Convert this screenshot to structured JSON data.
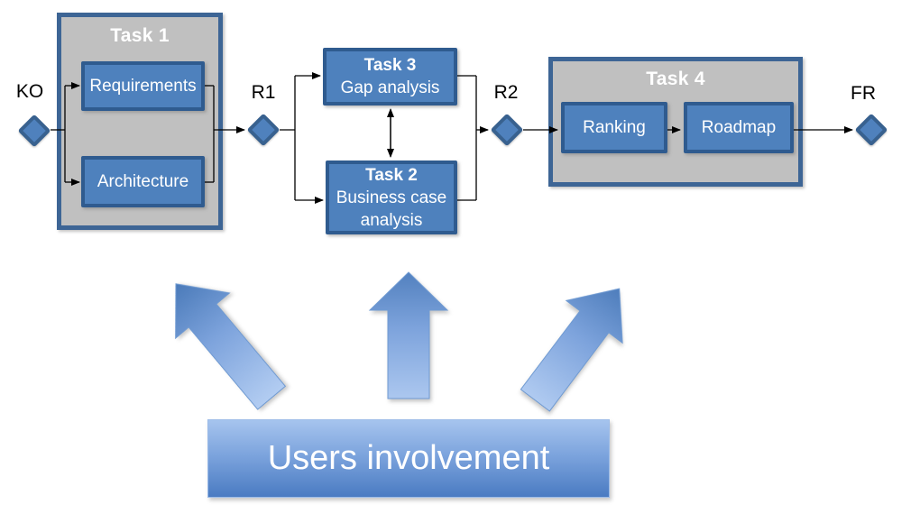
{
  "milestones": [
    {
      "id": "ko",
      "label": "KO"
    },
    {
      "id": "r1",
      "label": "R1"
    },
    {
      "id": "r2",
      "label": "R2"
    },
    {
      "id": "fr",
      "label": "FR"
    }
  ],
  "groups": {
    "task1": {
      "title": "Task 1",
      "items": [
        {
          "label": "Requirements"
        },
        {
          "label": "Architecture"
        }
      ]
    },
    "task4": {
      "title": "Task 4",
      "items": [
        {
          "label": "Ranking"
        },
        {
          "label": "Roadmap"
        }
      ]
    }
  },
  "tasks": {
    "task3": {
      "title": "Task 3",
      "subtitle": "Gap analysis"
    },
    "task2": {
      "title": "Task 2",
      "subtitle": "Business case analysis"
    }
  },
  "banner": {
    "label": "Users involvement"
  },
  "colors": {
    "box_fill": "#4e81bd",
    "box_border": "#2f5b8f",
    "group_fill": "#c0c0c0",
    "group_border": "#3d6595",
    "diamond_fill": "#4f81bd",
    "diamond_border": "#38618f",
    "connector": "#000000",
    "arrow_gradient_light": "#b3cdf2",
    "arrow_gradient_dark": "#4a7ab9",
    "banner_gradient_top": "#a6c4ee",
    "banner_gradient_bottom": "#4a7bc2",
    "text_on_blue": "#ffffff",
    "label_text": "#000000"
  }
}
